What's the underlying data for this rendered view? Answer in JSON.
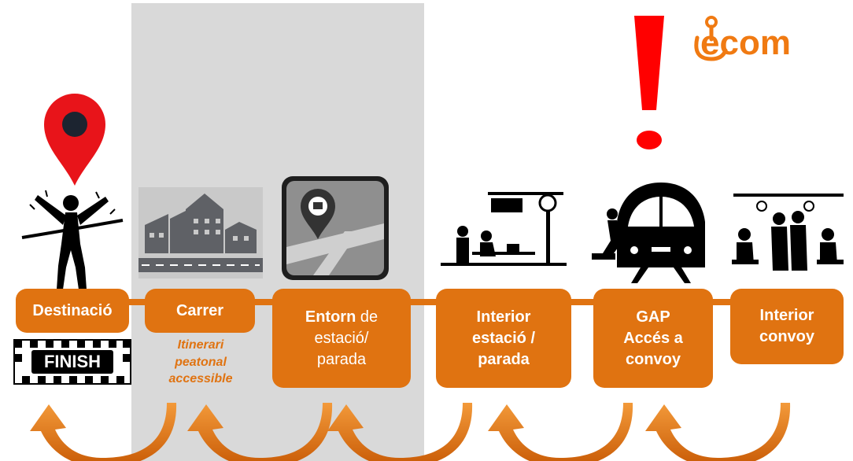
{
  "logo": {
    "text": "ecom",
    "color": "#f07a12"
  },
  "colors": {
    "accent": "#e07311",
    "band": "#d9d9d9",
    "pin": "#e8141a",
    "alert": "#ff0000"
  },
  "steps": [
    {
      "line1": "Destinació"
    },
    {
      "line1": "Carrer",
      "note": [
        "Itinerari",
        "peatonal",
        "accessible"
      ]
    },
    {
      "line1a": "Entorn",
      "line1b": " de",
      "line2": "estació/",
      "line3": "parada"
    },
    {
      "line1": "Interior",
      "line2": "estació /",
      "line3": "parada"
    },
    {
      "line1": "GAP",
      "line2": "Accés a",
      "line3": "convoy"
    },
    {
      "line1": "Interior",
      "line2": "convoy"
    }
  ],
  "finish_label": "FINISH",
  "icons": [
    "map-pin-icon",
    "runner-finish-icon",
    "city-buildings-icon",
    "bus-stop-map-icon",
    "station-platform-icon",
    "train-front-icon",
    "train-interior-icon",
    "exclamation-icon",
    "wheelchair-logo-icon",
    "curved-arrow-icon"
  ]
}
